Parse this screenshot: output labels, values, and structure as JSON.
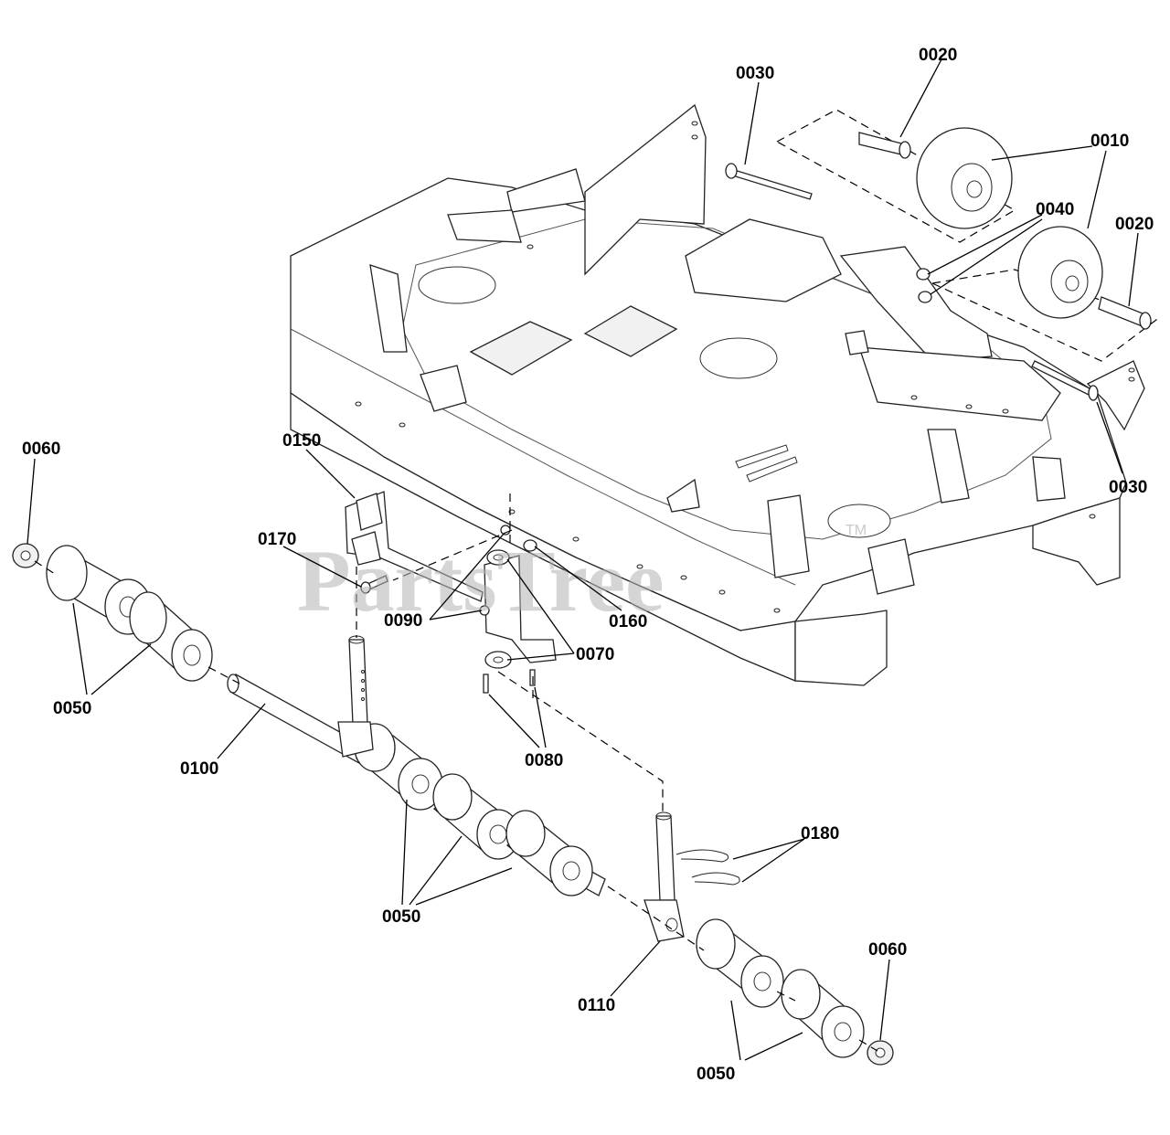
{
  "watermark": {
    "text": "PartsTree",
    "trademark": "TM"
  },
  "callouts": [
    {
      "id": "c0010",
      "label": "0010"
    },
    {
      "id": "c0020a",
      "label": "0020"
    },
    {
      "id": "c0020b",
      "label": "0020"
    },
    {
      "id": "c0030a",
      "label": "0030"
    },
    {
      "id": "c0030b",
      "label": "0030"
    },
    {
      "id": "c0040",
      "label": "0040"
    },
    {
      "id": "c0050a",
      "label": "0050"
    },
    {
      "id": "c0050b",
      "label": "0050"
    },
    {
      "id": "c0050c",
      "label": "0050"
    },
    {
      "id": "c0060a",
      "label": "0060"
    },
    {
      "id": "c0060b",
      "label": "0060"
    },
    {
      "id": "c0070",
      "label": "0070"
    },
    {
      "id": "c0080",
      "label": "0080"
    },
    {
      "id": "c0090",
      "label": "0090"
    },
    {
      "id": "c0100",
      "label": "0100"
    },
    {
      "id": "c0110",
      "label": "0110"
    },
    {
      "id": "c0150",
      "label": "0150"
    },
    {
      "id": "c0160",
      "label": "0160"
    },
    {
      "id": "c0170",
      "label": "0170"
    },
    {
      "id": "c0180",
      "label": "0180"
    }
  ],
  "colors": {
    "line": "#000000",
    "watermark": "#b4b4b4",
    "background": "#ffffff"
  }
}
